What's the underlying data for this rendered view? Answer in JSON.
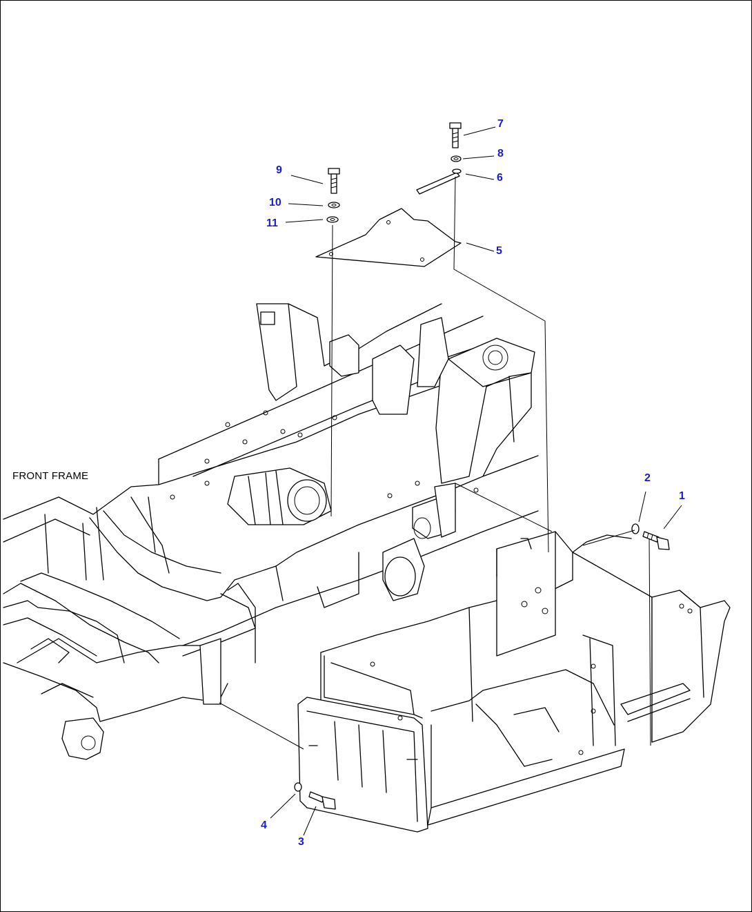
{
  "diagram": {
    "frame_label": "FRONT FRAME",
    "callout_color": "#1a1ad0",
    "line_color": "#000000",
    "callouts": {
      "c1": "1",
      "c2": "2",
      "c3": "3",
      "c4": "4",
      "c5": "5",
      "c6": "6",
      "c7": "7",
      "c8": "8",
      "c9": "9",
      "c10": "10",
      "c11": "11"
    }
  }
}
